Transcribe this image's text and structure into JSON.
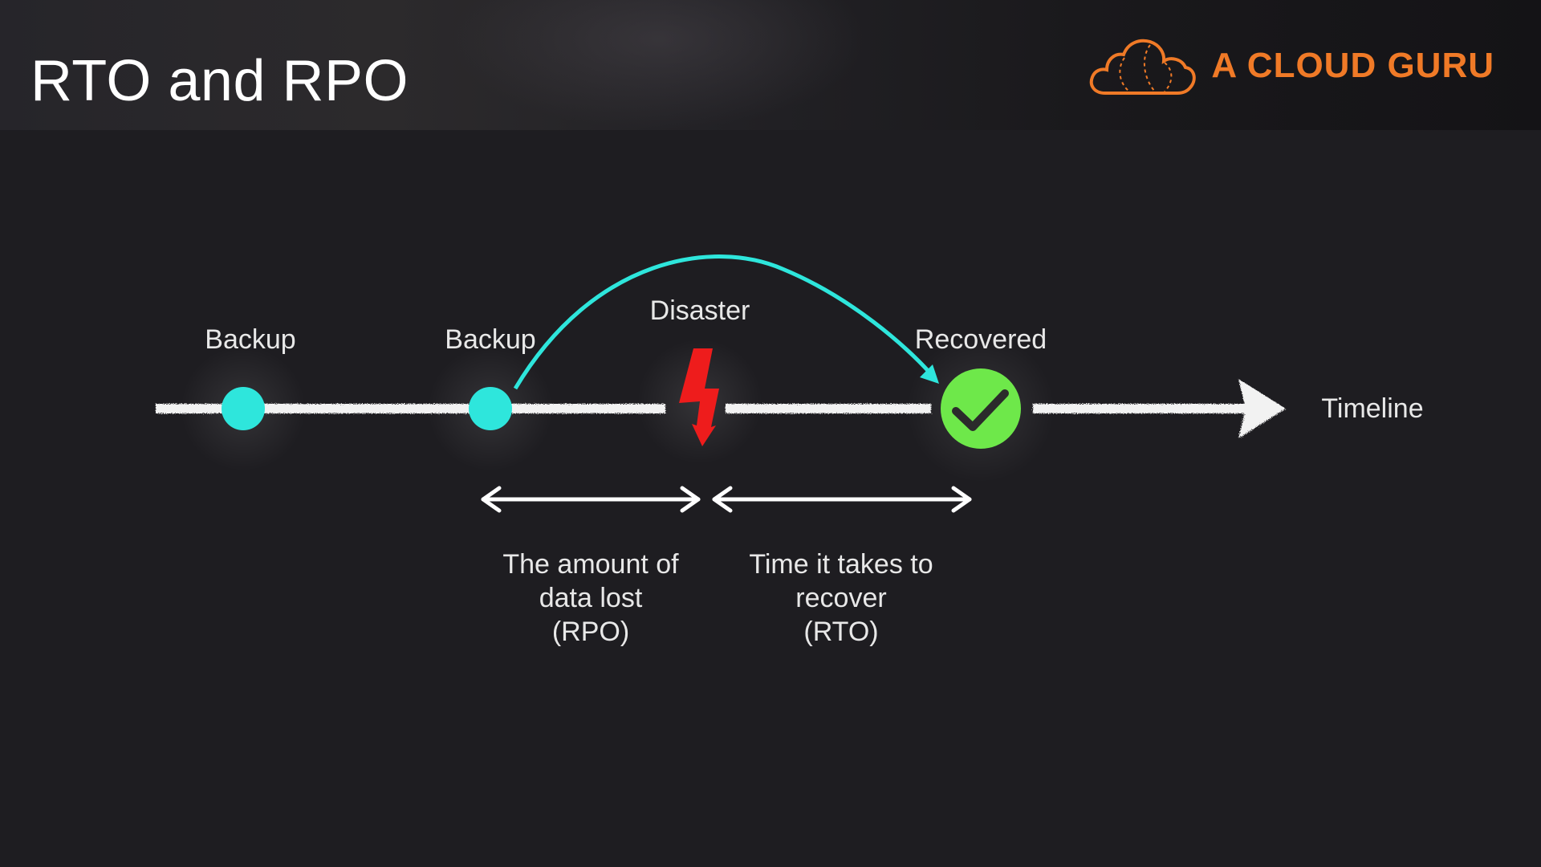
{
  "slide": {
    "title": "RTO and RPO"
  },
  "brand": {
    "name": "A CLOUD GURU",
    "logo_icon": "cloud-logo-icon",
    "color": "#f07a27"
  },
  "timeline": {
    "label": "Timeline",
    "events": [
      {
        "label": "Backup",
        "icon": "backup-dot-icon",
        "color": "#2ee6dc"
      },
      {
        "label": "Backup",
        "icon": "backup-dot-icon",
        "color": "#2ee6dc"
      },
      {
        "label": "Disaster",
        "icon": "lightning-bolt-icon",
        "color": "#ee1c1c"
      },
      {
        "label": "Recovered",
        "icon": "checkmark-circle-icon",
        "color": "#6ee84a"
      }
    ]
  },
  "spans": {
    "rpo": {
      "line1": "The amount of",
      "line2": "data lost",
      "line3": "(RPO)"
    },
    "rto": {
      "line1": "Time it takes to",
      "line2": "recover",
      "line3": "(RTO)"
    }
  },
  "colors": {
    "background": "#1e1d21",
    "accent": "#2ee6dc",
    "text": "#e8e8e8"
  }
}
